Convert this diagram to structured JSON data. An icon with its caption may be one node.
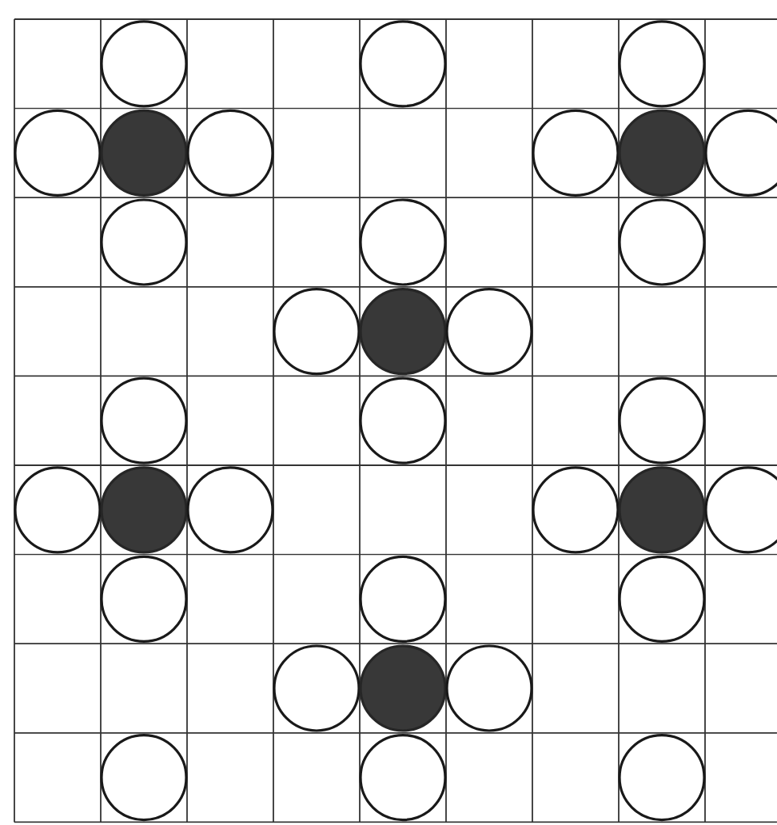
{
  "diagram": {
    "nodes": [
      {
        "text": [],
        "shape": "circle"
      },
      {
        "text": [],
        "shape": "circle"
      },
      {
        "text": [],
        "shape": "circle"
      },
      {
        "text": [],
        "shape": "circle"
      },
      {
        "text": [],
        "shape": "disc"
      },
      {
        "text": [],
        "shape": "circle"
      },
      {
        "text": [],
        "shape": "circle"
      },
      {
        "text": [],
        "shape": "disc"
      },
      {
        "text": [],
        "shape": "circle"
      },
      {
        "text": [],
        "shape": "circle"
      },
      {
        "text": [],
        "shape": "circle"
      },
      {
        "text": [],
        "shape": "circle"
      },
      {
        "text": [],
        "shape": "circle"
      },
      {
        "text": [],
        "shape": "disc"
      },
      {
        "text": [],
        "shape": "circle"
      },
      {
        "text": [],
        "shape": "circle"
      },
      {
        "text": [],
        "shape": "circle"
      },
      {
        "text": [],
        "shape": "circle"
      },
      {
        "text": [],
        "shape": "circle"
      },
      {
        "text": [],
        "shape": "disc"
      },
      {
        "text": [],
        "shape": "circle"
      },
      {
        "text": [],
        "shape": "circle"
      },
      {
        "text": [],
        "shape": "disc"
      },
      {
        "text": [],
        "shape": "circle"
      },
      {
        "text": [],
        "shape": "circle"
      },
      {
        "text": [],
        "shape": "circle"
      },
      {
        "text": [],
        "shape": "circle"
      },
      {
        "text": [],
        "shape": "circle"
      },
      {
        "text": [],
        "shape": "disc"
      },
      {
        "text": [],
        "shape": "circle"
      },
      {
        "text": [],
        "shape": "circle"
      },
      {
        "text": [],
        "shape": "circle"
      },
      {
        "text": [],
        "shape": "circle"
      }
    ]
  }
}
